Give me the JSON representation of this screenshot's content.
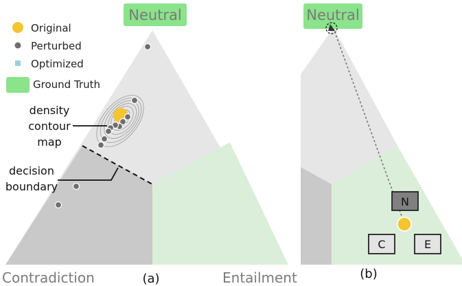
{
  "panel_a": {
    "top_label": "Neutral",
    "legend": [
      {
        "label": "Original",
        "marker": "yellow-circle",
        "color": "#f5c431"
      },
      {
        "label": "Perturbed",
        "marker": "gray-dot",
        "color": "#6e6e6e"
      },
      {
        "label": "Optimized",
        "marker": "blue-square",
        "color": "#9ccfe0"
      },
      {
        "label": "Ground Truth",
        "marker": "green-box",
        "color": "#8be38b"
      }
    ],
    "annotation_contour": [
      "density",
      "contour",
      "map"
    ],
    "annotation_boundary": [
      "decision",
      "boundary"
    ],
    "bottom_left_label": "Contradiction",
    "bottom_right_label": "Entailment",
    "caption": "(a)"
  },
  "panel_b": {
    "top_label": "Neutral",
    "box_n": "N",
    "box_c": "C",
    "box_e": "E",
    "caption": "(b)"
  },
  "colors": {
    "region_neutral": "#e6e6e6",
    "region_contradiction": "#c9c9c9",
    "region_entailment": "#dbeed9",
    "ground_truth": "#8be38b",
    "label_gray": "#7a7a7a"
  }
}
